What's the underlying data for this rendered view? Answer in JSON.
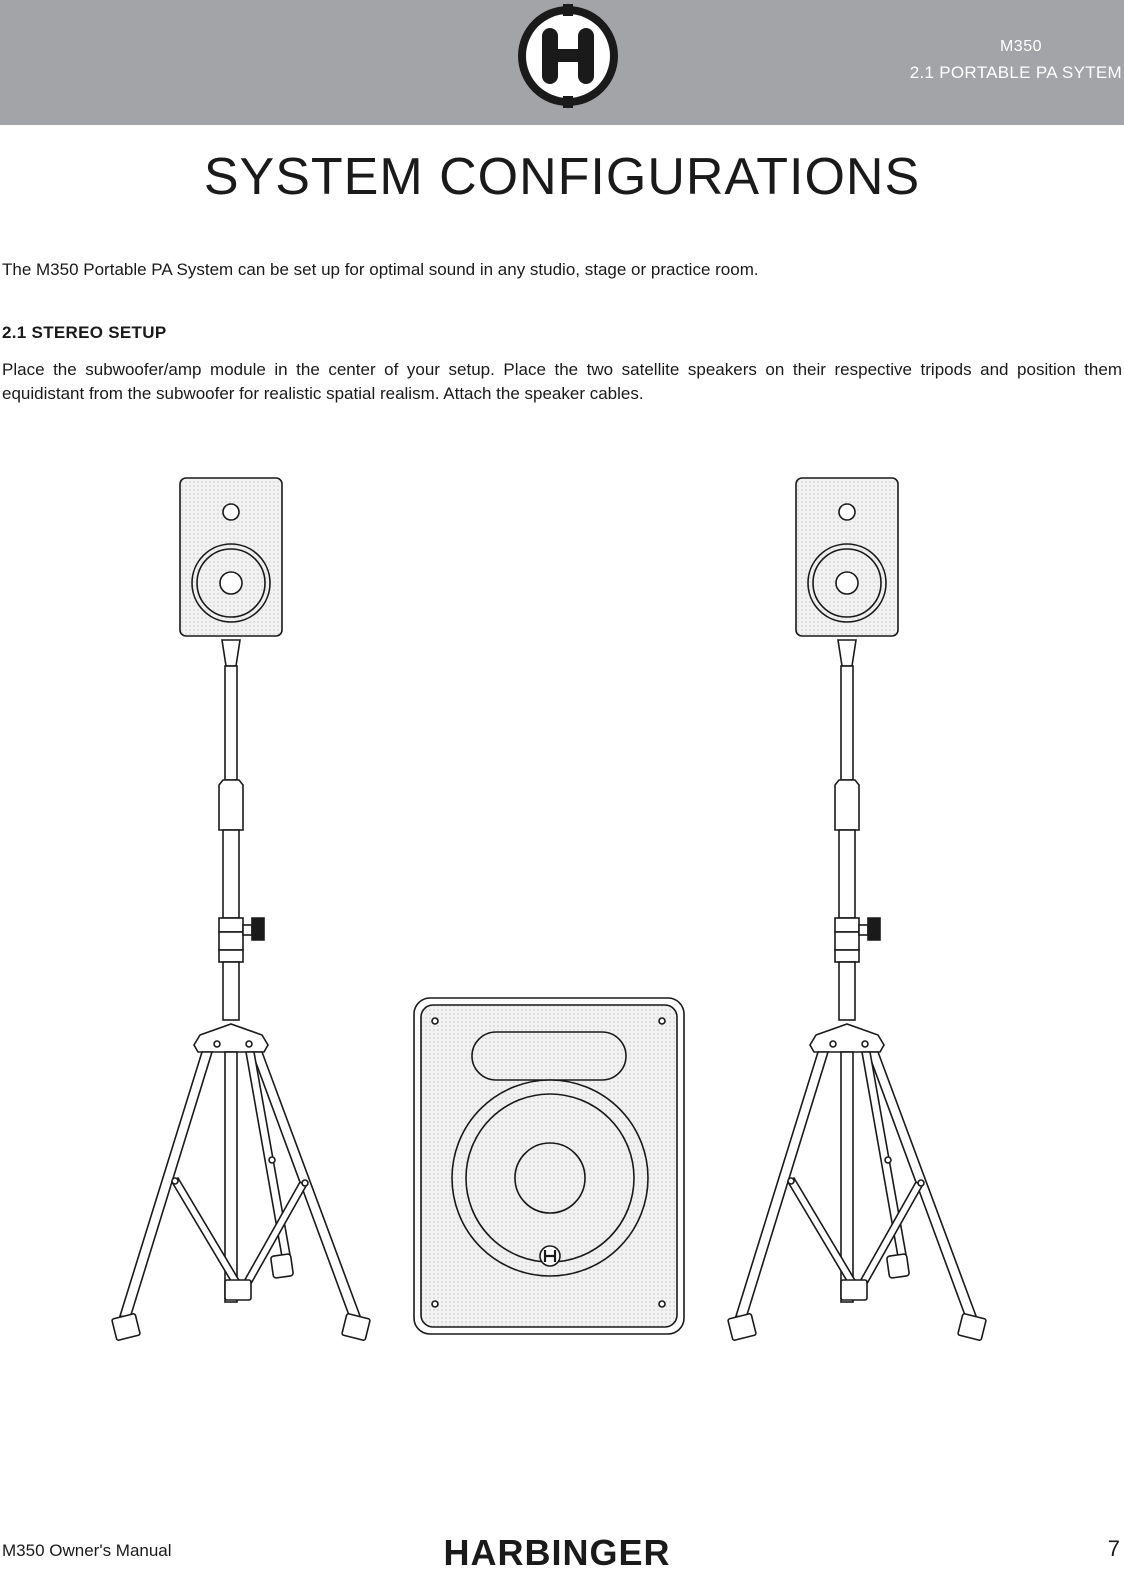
{
  "header": {
    "logo_name": "harbinger-h-logo",
    "model": "M350",
    "subtitle": "2.1 PORTABLE PA SYTEM"
  },
  "page_title": "SYSTEM CONFIGURATIONS",
  "intro": "The M350 Portable PA System can be set up for optimal sound in any studio, stage or practice room.",
  "section": {
    "heading": "2.1 STEREO SETUP",
    "body": "Place the subwoofer/amp module in the center of your setup. Place the two satellite speakers on their respective tripods and position them equidistant from the subwoofer for realistic spatial realism. Attach the speaker cables."
  },
  "illustration": {
    "items": [
      "left-satellite-speaker-on-tripod",
      "subwoofer-amp-module",
      "right-satellite-speaker-on-tripod"
    ]
  },
  "footer": {
    "manual_title": "M350 Owner's Manual",
    "brand": "HARBINGER",
    "page_number": "7"
  }
}
